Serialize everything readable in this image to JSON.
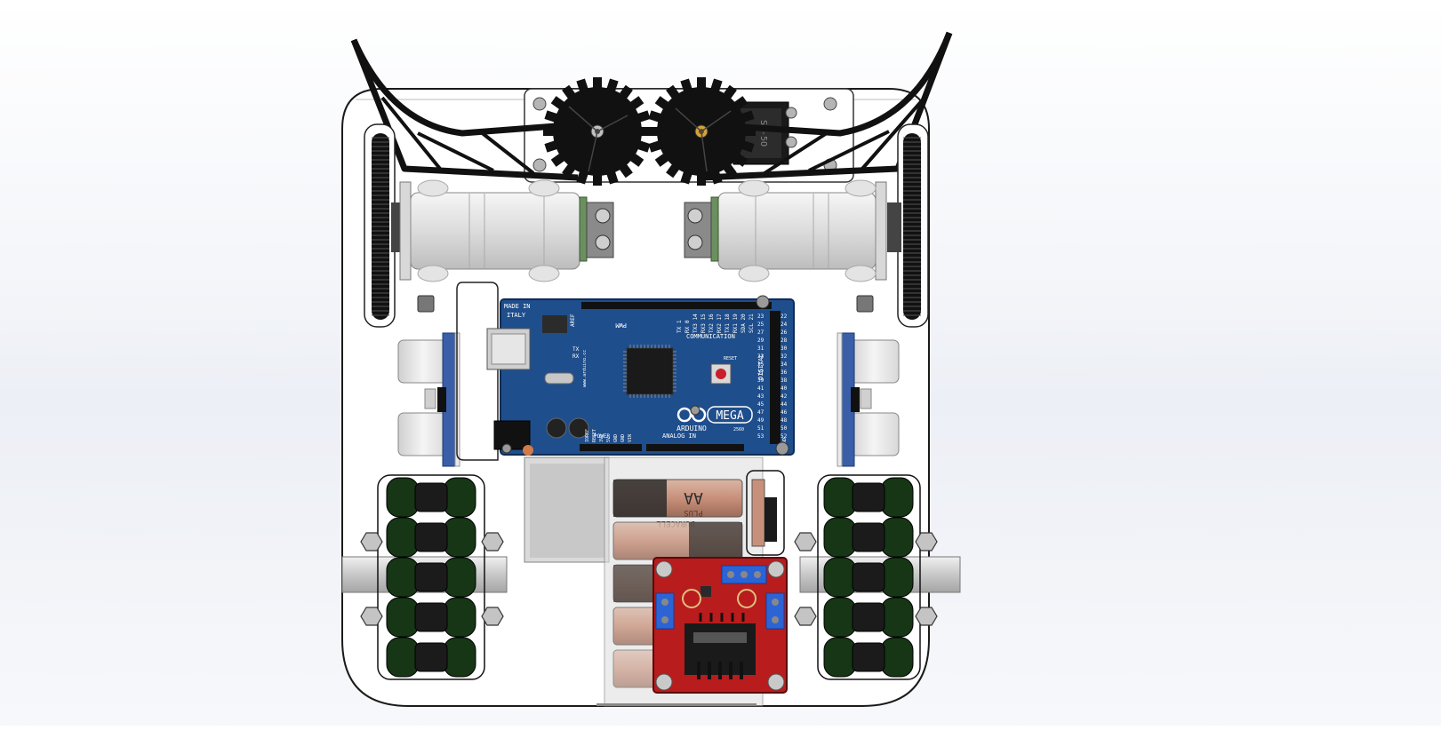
{
  "scene": {
    "background_top": "#ffffff",
    "background_mid": "#e9ecf3",
    "chassis_color": "#ffffff",
    "outline_color": "#1a1a1a"
  },
  "arduino": {
    "board_color": "#1f4e8c",
    "made_in_line1": "MADE IN",
    "made_in_line2": "ITALY",
    "brand": "ARDUINO",
    "model": "MEGA",
    "model_sub": "2560",
    "communication": "COMMUNICATION",
    "digital": "DIGITAL",
    "analog_in": "ANALOG IN",
    "power": "POWER",
    "pwm": "PWM",
    "reset": "RESET",
    "tx": "TX",
    "rx": "RX",
    "aref": "AREF",
    "gnd": "GND",
    "website": "www.arduino.cc",
    "serial_labels": [
      "TX 1",
      "RX 0",
      "TX3 14",
      "RX3 15",
      "TX2 16",
      "RX2 17",
      "TX1 18",
      "RX1 19",
      "SDA 20",
      "SCL 21"
    ],
    "digital_pins": [
      "22",
      "24",
      "26",
      "28",
      "30",
      "32",
      "34",
      "36",
      "38",
      "40",
      "42",
      "44",
      "46",
      "48",
      "50",
      "52"
    ],
    "digital_pins_odd": [
      "23",
      "25",
      "27",
      "29",
      "31",
      "33",
      "35",
      "37",
      "39",
      "41",
      "43",
      "45",
      "47",
      "49",
      "51",
      "53"
    ],
    "power_pins": [
      "IOREF",
      "RESET",
      "3V3",
      "5V",
      "GND",
      "GND",
      "VIN"
    ]
  },
  "battery": {
    "brand": "DURACELL",
    "size": "AA",
    "plus": "PLUS",
    "label_colors": [
      "#c98b6c",
      "#2a2a2a"
    ]
  },
  "switch_label": "SC-5O",
  "motor_driver": {
    "board_color": "#b81c1c",
    "terminal_color": "#2c64d6"
  },
  "colors": {
    "omni_wheel": "#163616",
    "gear": "#111111",
    "motor_body": "#e8e8e8",
    "sensor_board": "#3a5fa8"
  }
}
